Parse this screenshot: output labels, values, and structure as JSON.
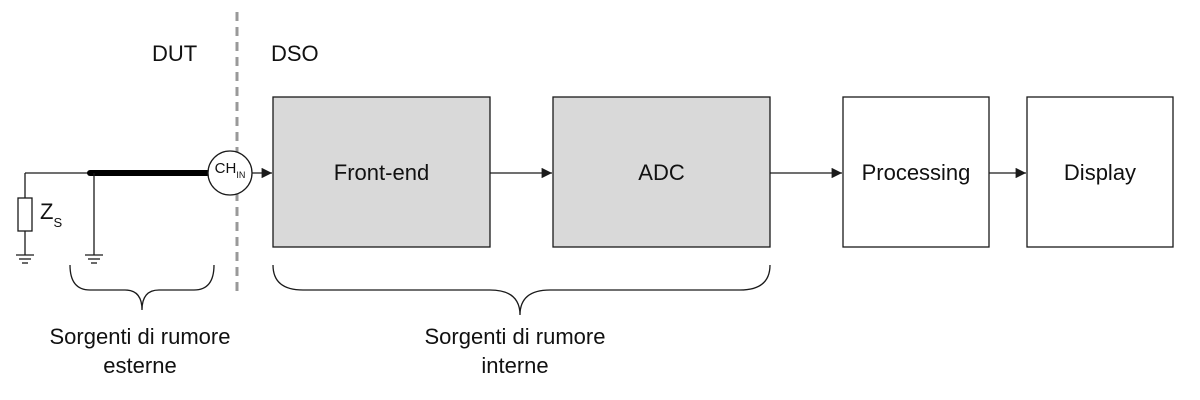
{
  "sections": {
    "dut": "DUT",
    "dso": "DSO"
  },
  "source": {
    "impedance_main": "Z",
    "impedance_sub": "S"
  },
  "channel_input": {
    "main": "CH",
    "sub": "IN"
  },
  "blocks": {
    "front_end": "Front-end",
    "adc": "ADC",
    "processing": "Processing",
    "display": "Display"
  },
  "annotations": {
    "external_line1": "Sorgenti di rumore",
    "external_line2": "esterne",
    "internal_line1": "Sorgenti di rumore",
    "internal_line2": "interne"
  },
  "colors": {
    "shaded_block": "#d9d9d9",
    "plain_block": "#ffffff",
    "separator": "#999999",
    "line": "#1a1a1a"
  }
}
